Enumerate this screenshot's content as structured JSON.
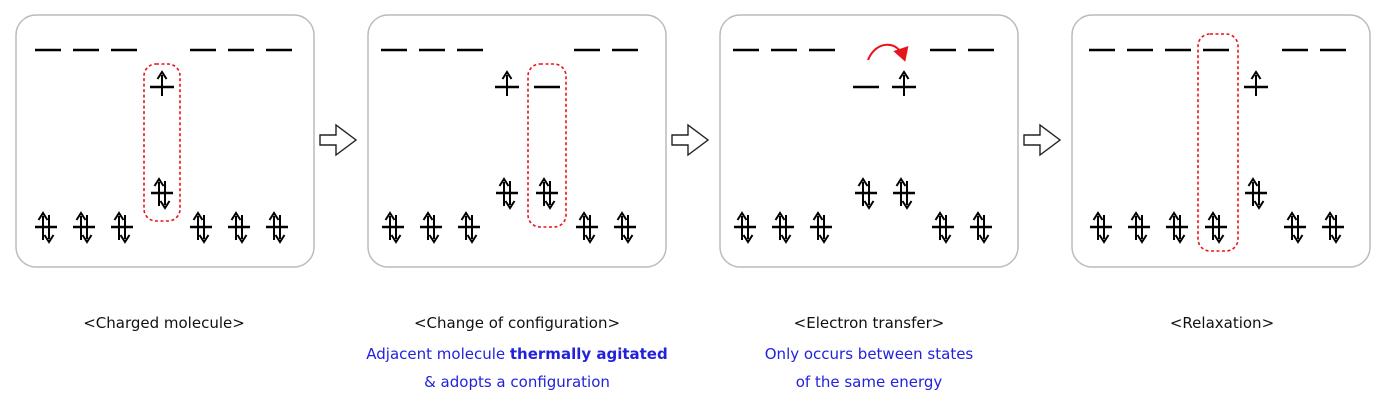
{
  "colors": {
    "panel_border": "#bbbbbb",
    "panel_fill": "#ffffff",
    "highlight": "#e8141c",
    "note_text": "#2222dd",
    "ink": "#000000"
  },
  "icons": {
    "arrow": "hollow-right-arrow-icon",
    "electron_up": "up-arrow-electron-icon",
    "electron_pair": "up-down-arrow-pair-icon",
    "transfer": "curved-red-arrow-icon"
  },
  "panels": [
    {
      "caption": "<Charged molecule>",
      "note_lines": []
    },
    {
      "caption": "<Change of configuration>",
      "note_lines": [
        {
          "before": "Adjacent molecule ",
          "bold": "thermally agitated",
          "after": ""
        },
        {
          "before": "& adopts a configuration",
          "bold": "",
          "after": ""
        }
      ]
    },
    {
      "caption": "<Electron transfer>",
      "note_lines": [
        {
          "before": "Only occurs between states",
          "bold": "",
          "after": ""
        },
        {
          "before": "of the same energy",
          "bold": "",
          "after": ""
        }
      ]
    },
    {
      "caption": "<Relaxation>",
      "note_lines": []
    }
  ]
}
